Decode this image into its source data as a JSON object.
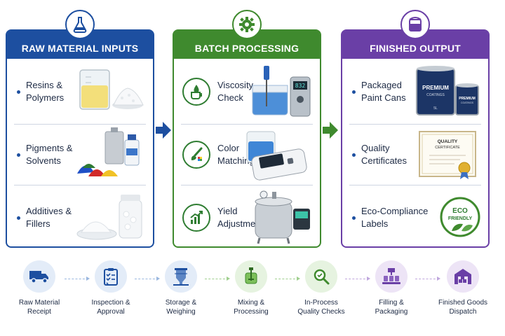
{
  "colors": {
    "raw": "#1d4fa0",
    "batch": "#3f8a2e",
    "finished": "#6a3fa6",
    "text": "#1d2a44"
  },
  "panels": {
    "raw": {
      "title": "RAW MATERIAL INPUTS",
      "icon": "flask-icon",
      "rows": [
        {
          "label": "Resins & Polymers",
          "label1": "Resins &",
          "label2": "Polymers"
        },
        {
          "label": "Pigments & Solvents",
          "label1": "Pigments &",
          "label2": "Solvents"
        },
        {
          "label": "Additives & Fillers",
          "label1": "Additives &",
          "label2": "Fillers"
        }
      ]
    },
    "batch": {
      "title": "BATCH PROCESSING",
      "icon": "gear-icon",
      "rows": [
        {
          "label1": "Viscosity",
          "label2": "Check",
          "icon": "droplet-cup-icon",
          "display": "832"
        },
        {
          "label1": "Color",
          "label2": "Matching",
          "icon": "paint-brush-icon"
        },
        {
          "label1": "Yield",
          "label2": "Adjustment",
          "icon": "bar-chart-up-icon"
        }
      ]
    },
    "finished": {
      "title": "FINISHED OUTPUT",
      "icon": "paint-can-icon",
      "rows": [
        {
          "label1": "Packaged",
          "label2": "Paint Cans",
          "can_text1": "PREMIUM",
          "can_text2": "COATINGS",
          "can_small1": "PREMIUM",
          "can_small2": "COATINGS",
          "can_size": "5L"
        },
        {
          "label1": "Quality",
          "label2": "Certificates",
          "cert1": "QUALITY",
          "cert2": "CERTIFICATE"
        },
        {
          "label1": "Eco-Compliance",
          "label2": "Labels",
          "eco1": "ECO",
          "eco2": "FRIENDLY"
        }
      ]
    }
  },
  "steps": [
    {
      "line1": "Raw Material",
      "line2": "Receipt",
      "icon": "truck-icon"
    },
    {
      "line1": "Inspection &",
      "line2": "Approval",
      "icon": "clipboard-check-icon"
    },
    {
      "line1": "Storage &",
      "line2": "Weighing",
      "icon": "silo-icon"
    },
    {
      "line1": "Mixing &",
      "line2": "Processing",
      "icon": "mixer-tank-icon"
    },
    {
      "line1": "In-Process",
      "line2": "Quality Checks",
      "icon": "magnifier-icon"
    },
    {
      "line1": "Filling &",
      "line2": "Packaging",
      "icon": "filling-line-icon"
    },
    {
      "line1": "Finished Goods",
      "line2": "Dispatch",
      "icon": "warehouse-icon"
    }
  ]
}
